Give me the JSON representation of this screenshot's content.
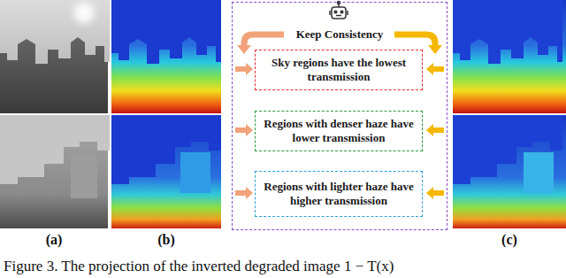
{
  "diagram": {
    "caption": "Figure 3. The projection of the inverted degraded image 1 − T(x)",
    "nodes": [
      {
        "text": [
          "Keep Consistency"
        ]
      },
      {
        "text": [
          "Sky regions have the lowest transmission"
        ],
        "in": 0
      },
      {
        "text": [
          "Regions with denser haze have lower transmission"
        ],
        "in": 0
      },
      {
        "text": [
          "Regions with lighter haze have higher transmission"
        ],
        "in": 0
      }
    ],
    "labels": [
      "(a)",
      "(b)",
      "(c)"
    ]
  }
}
